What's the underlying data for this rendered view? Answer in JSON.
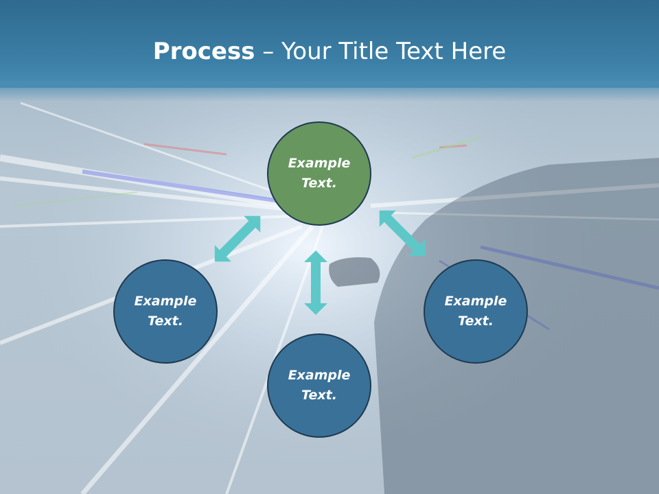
{
  "title": {
    "bold": "Process",
    "rest": " – Your Title Text Here"
  },
  "nodes": [
    {
      "id": "top",
      "text1": "Example",
      "text2": "Text."
    },
    {
      "id": "left",
      "text1": "Example",
      "text2": "Text."
    },
    {
      "id": "bottom",
      "text1": "Example",
      "text2": "Text."
    },
    {
      "id": "right",
      "text1": "Example",
      "text2": "Text."
    }
  ],
  "colors": {
    "header": "#3c7fa6",
    "center_node": "#67965f",
    "outer_node": "#3a7198",
    "arrow": "#5ec8c8",
    "node_border": "#1e3a50"
  },
  "icons": [
    "double-arrow-icon"
  ]
}
